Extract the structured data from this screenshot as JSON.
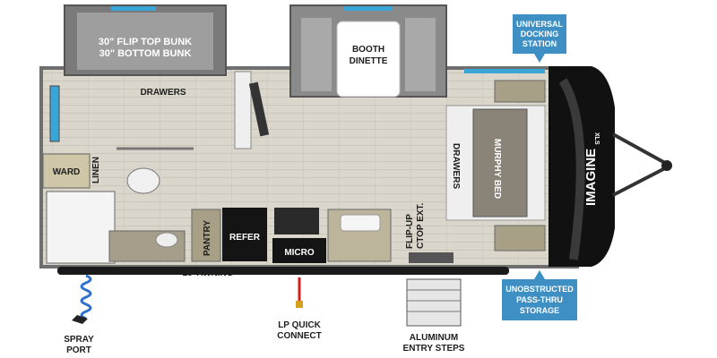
{
  "colors": {
    "floor": "#d8d3c8",
    "wall": "#6e6e6e",
    "window": "#3aa6d8",
    "callout": "#3d8fc4",
    "front_cap": "#111111",
    "appliance": "#141414",
    "lp_line": "#d42020",
    "hose": "#2e6fd1"
  },
  "labels": {
    "bunk_line1": "30\" FLIP TOP BUNK",
    "bunk_line2": "30\" BOTTOM BUNK",
    "drawers_top": "DRAWERS",
    "booth_line1": "BOOTH",
    "booth_line2": "DINETTE",
    "ward": "WARD",
    "linen": "LINEN",
    "drawers_side": "DRAWERS",
    "murphy_bed": "MURPHY BED",
    "pantry": "PANTRY",
    "refer": "REFER",
    "micro": "MICRO",
    "flip_up_line1": "FLIP-UP",
    "flip_up_line2": "CTOP EXT.",
    "awning": "18' AWNING",
    "brand": "IMAGINE",
    "brand_sub": "XLS"
  },
  "callouts": {
    "docking_line1": "UNIVERSAL",
    "docking_line2": "DOCKING",
    "docking_line3": "STATION",
    "storage_line1": "UNOBSTRUCTED",
    "storage_line2": "PASS-THRU",
    "storage_line3": "STORAGE"
  },
  "bottom_labels": {
    "spray_line1": "SPRAY",
    "spray_line2": "PORT",
    "lp_line1": "LP QUICK",
    "lp_line2": "CONNECT",
    "steps_line1": "ALUMINUM",
    "steps_line2": "ENTRY STEPS"
  }
}
